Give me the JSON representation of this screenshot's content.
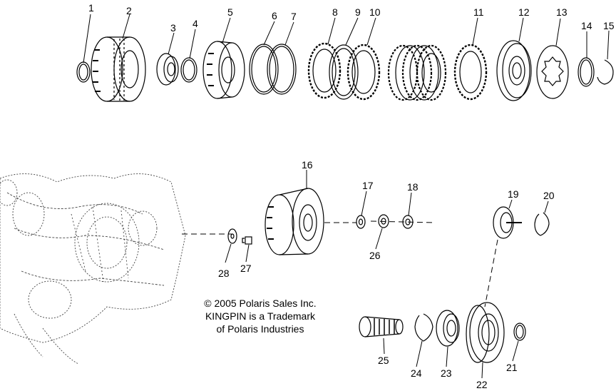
{
  "callouts": [
    "1",
    "2",
    "3",
    "4",
    "5",
    "6",
    "7",
    "8",
    "9",
    "10",
    "11",
    "12",
    "13",
    "14",
    "15",
    "16",
    "17",
    "18",
    "19",
    "20",
    "21",
    "22",
    "23",
    "24",
    "25",
    "26",
    "27",
    "28"
  ],
  "copyright": {
    "line1": "© 2005 Polaris Sales Inc.",
    "line2": "KINGPIN is a Trademark",
    "line3": "of Polaris Industries"
  }
}
